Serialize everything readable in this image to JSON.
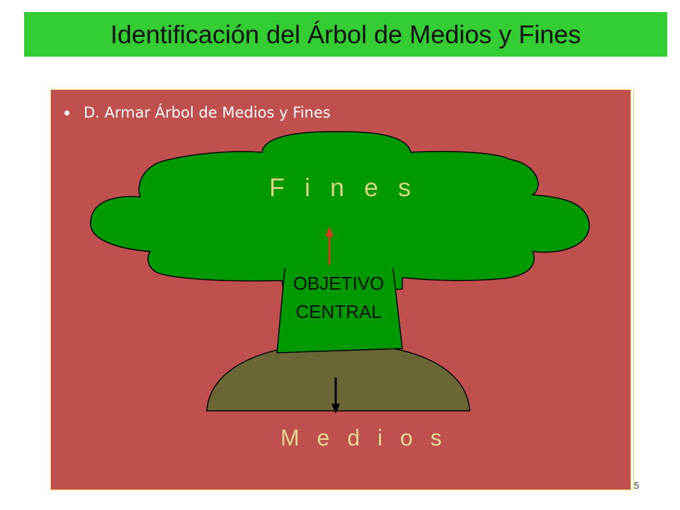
{
  "slide": {
    "title": "Identificación del Árbol de Medios y Fines",
    "bullet": "D. Armar Árbol de Medios y Fines",
    "page_number": "5"
  },
  "diagram": {
    "fines_label": "F i n e s",
    "objetivo_line1": "OBJETIVO",
    "objetivo_line2": "CENTRAL",
    "medios_label": "M e d i o s"
  },
  "colors": {
    "title_bar": "#33cc33",
    "panel": "#c0504d",
    "tree_crown": "#009900",
    "ground": "#6b6635",
    "up_arrow": "#d23b1e",
    "down_arrow": "#000000"
  },
  "icons": {
    "up_arrow": "up-arrow-icon",
    "down_arrow": "down-arrow-icon"
  }
}
